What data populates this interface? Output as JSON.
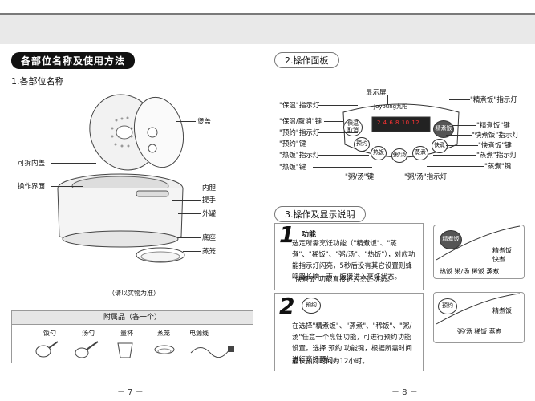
{
  "left": {
    "section_title": "各部位名称及使用方法",
    "sub_title": "1.各部位名称",
    "parts_left": [
      "可拆内盖",
      "操作界面"
    ],
    "parts_right": [
      "煲盖",
      "内胆",
      "提手",
      "外罐",
      "底座",
      "蒸笼"
    ],
    "note": "（请以实物为准）",
    "accessories_title": "附属品（各一个）",
    "accessories": [
      "饭勺",
      "汤勺",
      "量杯",
      "蒸笼",
      "电源线"
    ],
    "page": "－ 7 －"
  },
  "right": {
    "panel_title": "2.操作面板",
    "display_label": "显示屏",
    "brand": "Joyoung九阳",
    "digits": "2 4 6 8 10 12",
    "panel_labels_left": [
      "\"保温\"指示灯",
      "\"保温/取消\"键",
      "\"预约\"指示灯",
      "\"预约\"键",
      "\"热饭\"指示灯",
      "\"热饭\"键"
    ],
    "panel_labels_right": [
      "\"精煮饭\"指示灯",
      "\"精煮饭\"键",
      "\"快煮饭\"指示灯",
      "\"快煮饭\"键",
      "\"蒸煮\"指示灯",
      "\"蒸煮\"键"
    ],
    "panel_labels_bottom": [
      "\"粥/汤\"键",
      "\"粥/汤\"指示灯"
    ],
    "buttons": {
      "keep": "保温\n取消",
      "reserve": "预约",
      "reheat": "热饭",
      "porridge": "粥/汤",
      "steam": "蒸煮",
      "fine": "精煮饭",
      "quick": "快煮"
    },
    "instr_title": "3.操作及显示说明",
    "step1_num": "1",
    "step1_title": "功能",
    "step1_text": "选定所需烹饪功能（\"精煮饭\"、\"蒸煮\"、\"稀饭\"、\"粥/汤\"、\"热饭\"），对应功能指示灯闪亮，5秒后没有其它设置则蜂鸣器长响一声，饭煲进入烹饪状态。",
    "step1_note": "\"快煮饭\"功能直接进入烹饪状态。",
    "step1_fig": {
      "btn": "精煮饭",
      "l1": "精煮饭",
      "l2": "快煮",
      "row": "热饭  粥/汤  稀饭  蒸煮"
    },
    "step2_num": "2",
    "step2_btn": "预约",
    "step2_text": "在选择\"精煮饭\"、\"蒸煮\"、\"稀饭\"、\"粥/汤\"任意一个烹饪功能，可进行预约功能设置。选择 预约 功能键，根据所需时间进行烹饪预约。",
    "step2_note": "最长预约时间为12小时。",
    "step2_fig": {
      "btn": "预约",
      "l1": "精煮饭",
      "row": "粥/汤  稀饭  蒸煮"
    },
    "page": "－ 8 －"
  }
}
